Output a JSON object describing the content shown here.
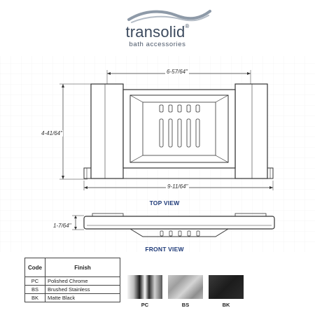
{
  "brand": {
    "name": "transolid",
    "registered": "®",
    "tagline": "bath accessories"
  },
  "dimensions": {
    "top_width_inner": "6-57/64\"",
    "top_height": "4-41/64\"",
    "top_width_overall": "9-11/64\"",
    "front_height": "1-7/64\""
  },
  "views": {
    "top": "TOP VIEW",
    "front": "FRONT VIEW"
  },
  "finish_table": {
    "headers": {
      "code": "Code",
      "finish": "Finish"
    },
    "rows": [
      {
        "code": "PC",
        "finish": "Polished Chrome"
      },
      {
        "code": "BS",
        "finish": "Brushed Stainless"
      },
      {
        "code": "BK",
        "finish": "Matte Black"
      }
    ]
  },
  "swatches": [
    {
      "code": "PC",
      "name": "polished-chrome"
    },
    {
      "code": "BS",
      "name": "brushed-stainless"
    },
    {
      "code": "BK",
      "name": "matte-black"
    }
  ],
  "colors": {
    "logo": "#3c4a5e",
    "logo_wave": "#8e9aa8",
    "view_label": "#1e3a78",
    "line": "#333333",
    "grid": "#ececec"
  }
}
